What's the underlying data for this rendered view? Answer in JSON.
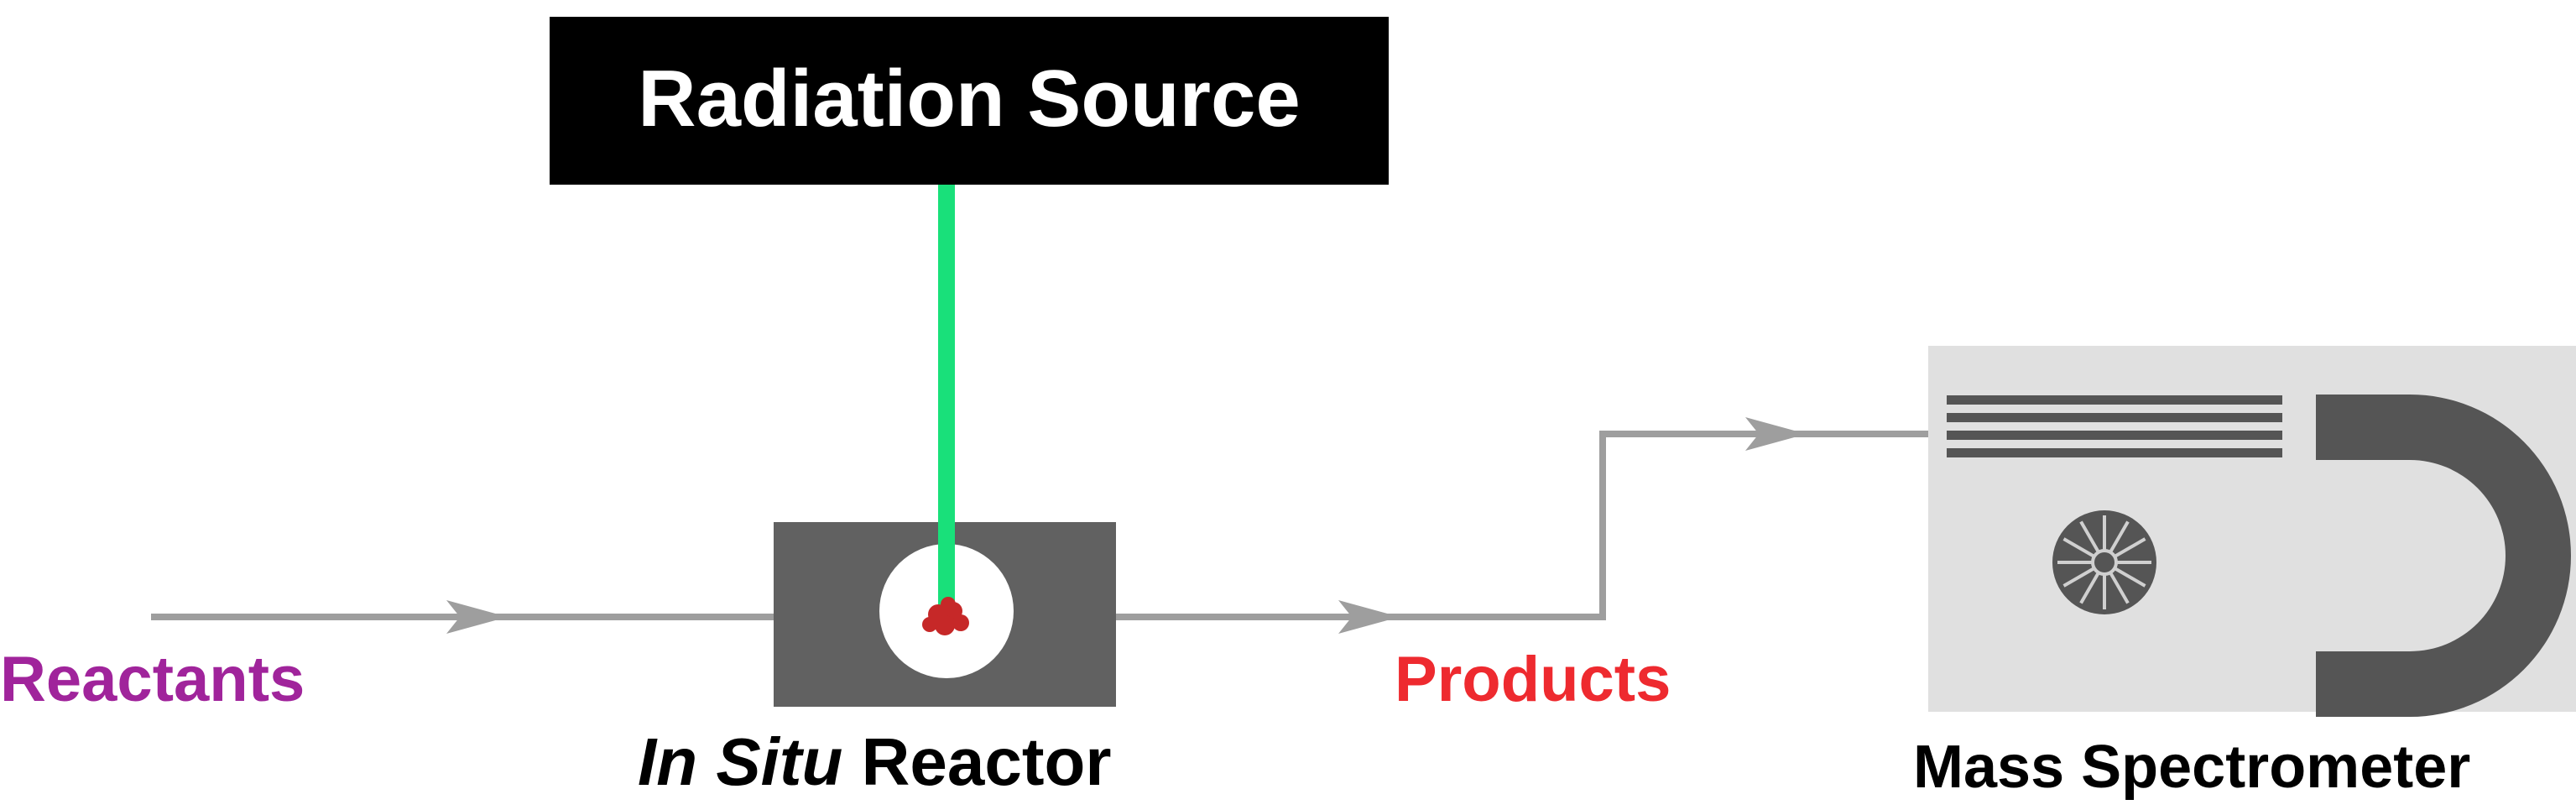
{
  "colors": {
    "line": "#9e9e9e",
    "radiation_box": "#000000",
    "beam": "#19e07a",
    "reactor_body": "#616161",
    "reactor_window": "#ffffff",
    "sample": "#c62828",
    "ms_body": "#e0e0e0",
    "ms_parts": "#555555",
    "reactants": "#a0249b",
    "products": "#ee2a2f"
  },
  "icons": [
    "arrowhead-icon",
    "radiation-beam",
    "sample-dot",
    "ion-optics-plates",
    "turbo-pump-icon",
    "magnetic-sector-icon"
  ],
  "labels": {
    "radiation_source": "Radiation Source",
    "reactants": "Reactants",
    "products": "Products",
    "reactor_italic": "In Situ",
    "reactor_rest": " Reactor",
    "mass_spectrometer": "Mass Spectrometer"
  }
}
